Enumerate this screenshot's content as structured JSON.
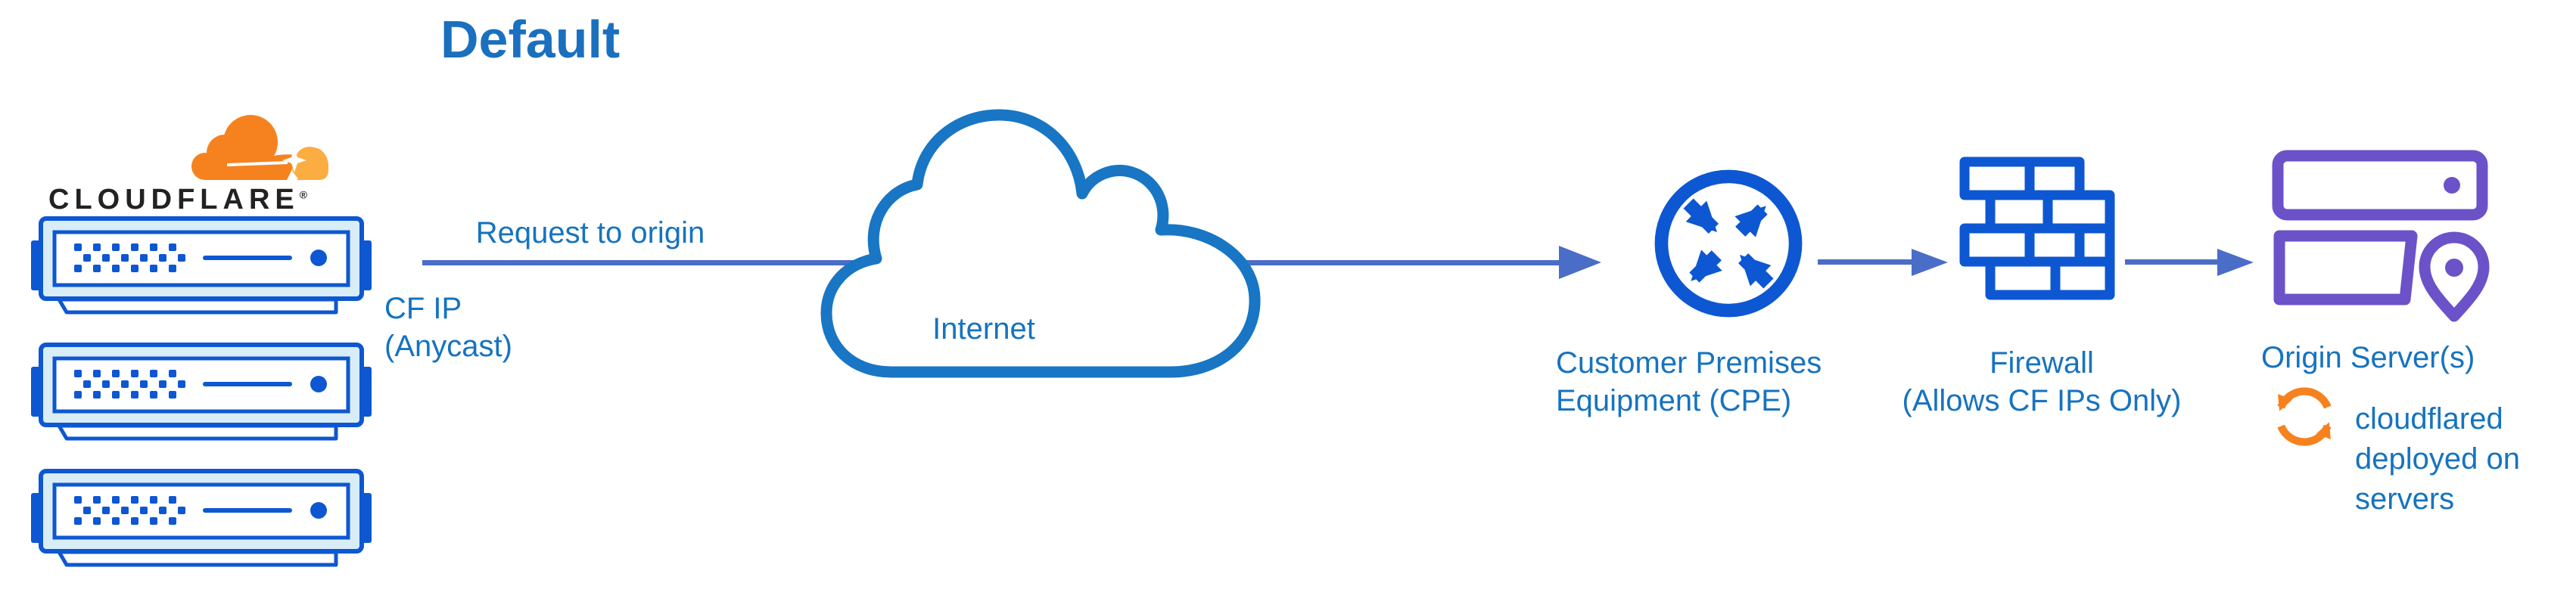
{
  "title": "Default",
  "brand": {
    "name": "CLOUDFLARE",
    "registered_mark": "®"
  },
  "labels": {
    "request": "Request to origin",
    "cf_ip_line1": "CF IP",
    "cf_ip_line2": "(Anycast)",
    "internet": "Internet",
    "cpe_line1": "Customer Premises",
    "cpe_line2": "Equipment (CPE)",
    "firewall_line1": "Firewall",
    "firewall_line2": "(Allows CF IPs Only)",
    "origin": "Origin Server(s)",
    "origin_note_line1": "cloudflared",
    "origin_note_line2": "deployed on",
    "origin_note_line3": "servers"
  },
  "diagram": {
    "nodes": [
      "Cloudflare edge servers",
      "Internet",
      "Customer Premises Equipment (CPE)",
      "Firewall (Allows CF IPs Only)",
      "Origin Server(s)"
    ],
    "edge_server_count": 3,
    "flow_direction": "left-to-right"
  },
  "icons": {
    "cloudflare-logo-icon": "orange two-tone cloud",
    "edge-server-icon": "blue rack server with dot matrix",
    "internet-cloud-icon": "blue outlined cloud",
    "cpe-router-icon": "circle with four exchange arrows",
    "firewall-icon": "blue brick wall",
    "origin-servers-icon": "purple stacked servers with location pin",
    "cloudflared-sync-icon": "orange circular arrows"
  },
  "colors": {
    "title_blue": "#1a70bf",
    "label_blue": "#1673c0",
    "flow_arrow_blue": "#4a6dc8",
    "icon_blue": "#0d57d2",
    "cloud_stroke_blue": "#1876c4",
    "server_panel_fill": "#d9edf6",
    "origin_purple": "#6b52c9",
    "brand_orange": "#f6821f",
    "brand_orange_light": "#fbad41",
    "brand_text": "#222222"
  }
}
